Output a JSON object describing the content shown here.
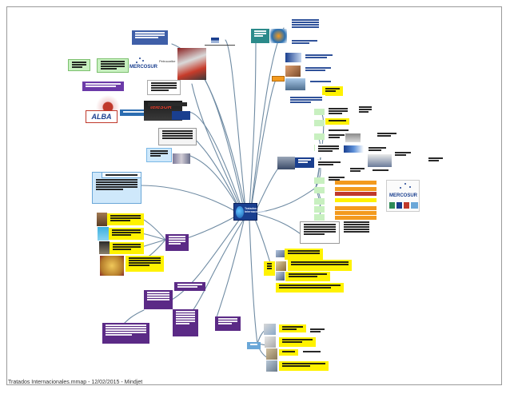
{
  "footer": {
    "text": "Tratados Internacionales.mmap - 12/02/2015 - Mindjet"
  },
  "center": {
    "title": "Tratados Internacionales"
  },
  "colors": {
    "line": "#6f8ba3",
    "dark_blue": "#1a3f8f",
    "purple": "#5b2a86",
    "teal": "#2b8a8a",
    "yellow": "#fff200",
    "orange": "#f39a1e",
    "red": "#c0392b",
    "light_green": "#c8f0c0",
    "light_blue": "#cfe8fb"
  },
  "logos": {
    "mercosur_top": "MERCOSUR",
    "mercosur_right": "MERCOSUR",
    "alba": "ALBA",
    "petrocaribe": "Petrocaribe",
    "telesur": "teleSUR"
  },
  "icons": [
    "globe-icon",
    "flag-icon",
    "photo-thumbnail"
  ]
}
